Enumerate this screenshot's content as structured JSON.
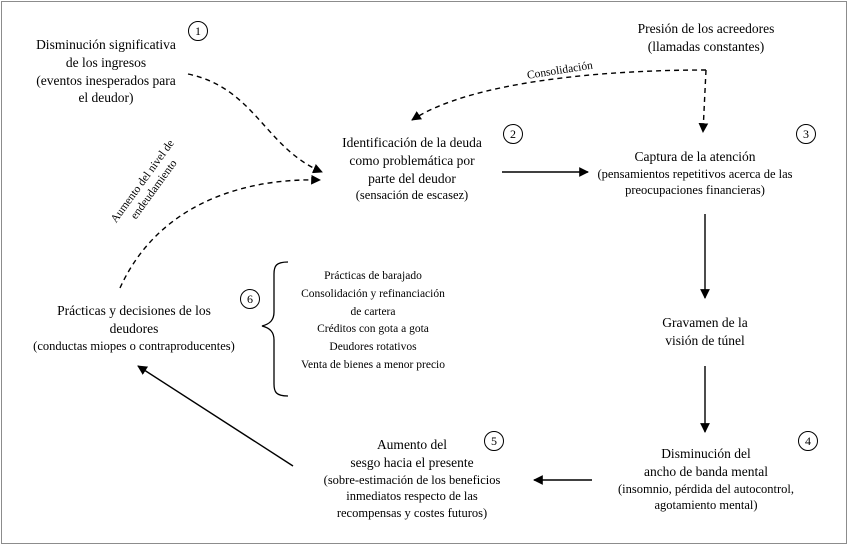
{
  "nodes": {
    "income_drop": {
      "number": "1",
      "lines": [
        "Disminución significativa",
        "de los ingresos",
        "(eventos inesperados para",
        "el deudor)"
      ]
    },
    "creditor_pressure": {
      "lines": [
        "Presión de los acreedores",
        "(llamadas constantes)"
      ]
    },
    "debt_identification": {
      "number": "2",
      "title": [
        "Identificación de la deuda",
        "como problemática por",
        "parte del deudor"
      ],
      "detail": "(sensación de escasez)"
    },
    "attention_capture": {
      "number": "3",
      "title": "Captura de la atención",
      "detail": [
        "(pensamientos repetitivos acerca de las",
        "preocupaciones financieras)"
      ]
    },
    "tunnel_vision": {
      "title": [
        "Gravamen de la",
        "visión de túnel"
      ]
    },
    "mental_bandwidth": {
      "number": "4",
      "title": [
        "Disminución del",
        "ancho de banda mental"
      ],
      "detail": [
        "(insomnio, pérdida del autocontrol,",
        "agotamiento mental)"
      ]
    },
    "present_bias": {
      "number": "5",
      "title": [
        "Aumento del",
        "sesgo hacia el presente"
      ],
      "detail": [
        "(sobre-estimación de los beneficios",
        "inmediatos respecto de las",
        "recompensas y costes futuros)"
      ]
    },
    "debtor_practices": {
      "number": "6",
      "title": [
        "Prácticas y decisiones de los",
        "deudores"
      ],
      "detail": "(conductas miopes o contraproducentes)"
    }
  },
  "practices_list": [
    "Prácticas de barajado",
    "Consolidación y refinanciación",
    "de cartera",
    "Créditos con gota a gota",
    "Deudores rotativos",
    "Venta de bienes a menor precio"
  ],
  "edge_labels": {
    "consolidation": "Consolidación",
    "debt_level": [
      "Aumento del nivel de",
      "endeudamiento"
    ]
  }
}
